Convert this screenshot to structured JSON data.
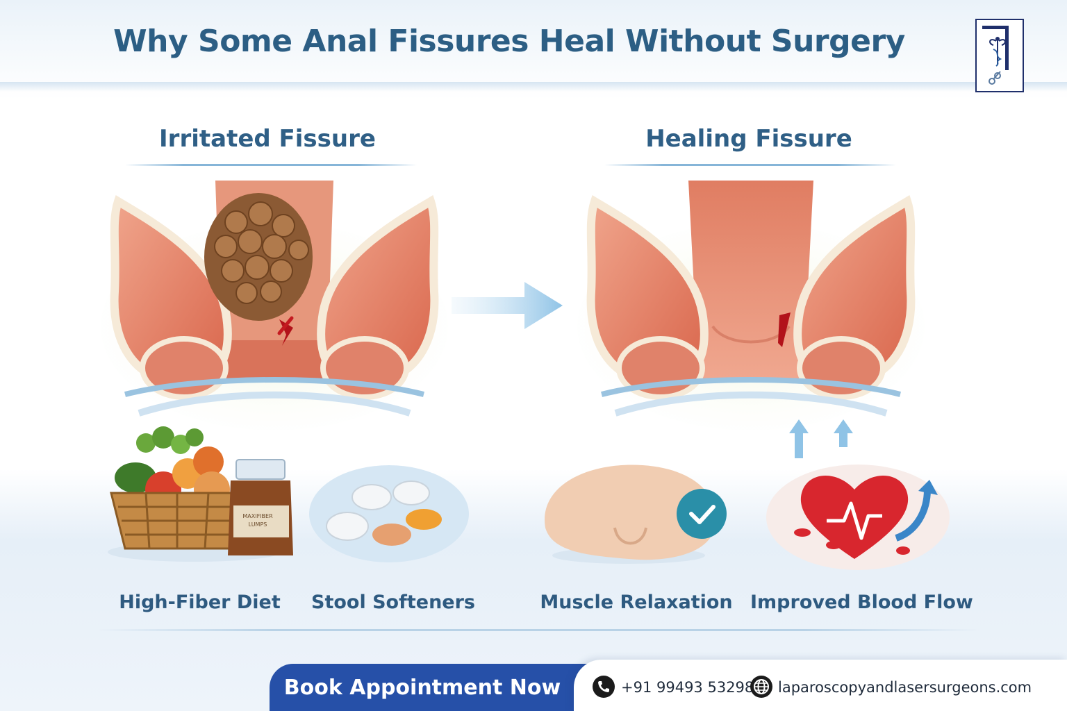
{
  "header": {
    "title": "Why Some Anal Fissures Heal Without Surgery"
  },
  "sections": {
    "left_title": "Irritated Fissure",
    "right_title": "Healing Fissure"
  },
  "factors": [
    {
      "label": "High-Fiber Diet",
      "icon": "fiber-basket-icon"
    },
    {
      "label": "Stool Softeners",
      "icon": "pills-icon"
    },
    {
      "label": "Muscle Relaxation",
      "icon": "relaxed-muscle-icon"
    },
    {
      "label": "Improved Blood Flow",
      "icon": "heart-icon"
    }
  ],
  "bottle_label": "MAXIFIBER\nLUMPS",
  "footer": {
    "cta_label": "Book Appointment Now",
    "phone": "+91 99493 53298",
    "website": "laparoscopyandlasersurgeons.com"
  },
  "colors": {
    "title": "#2c5e84",
    "cta_background": "#2650a8",
    "tissue": "#e0826a",
    "accent_arrow": "#8fc3e6",
    "check": "#2a8fa8"
  }
}
